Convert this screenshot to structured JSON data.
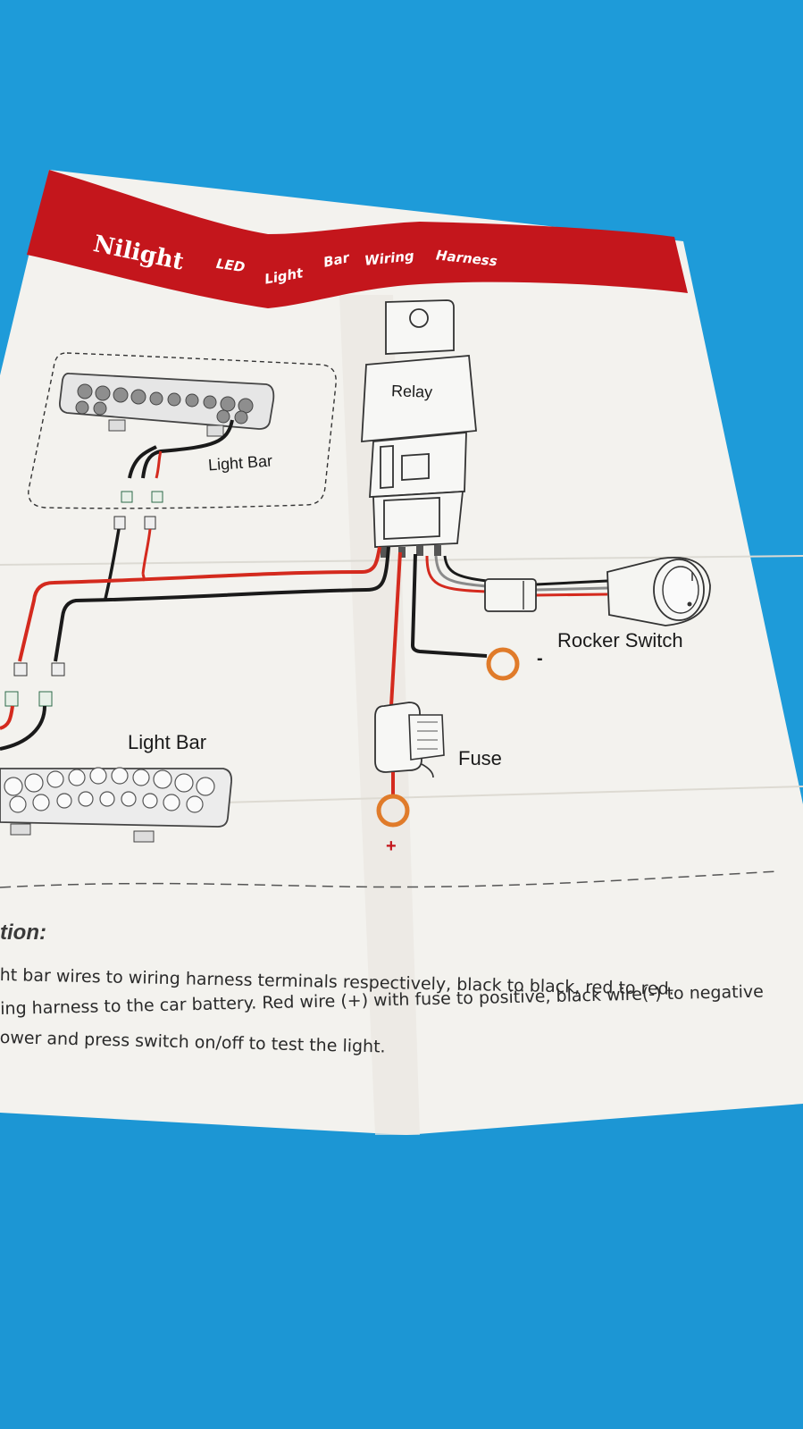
{
  "header": {
    "brand": "Nilight",
    "subtitle_parts": [
      "LED",
      "Light",
      "Bar",
      "Wiring",
      "Harness"
    ]
  },
  "diagram": {
    "relay_label": "Relay",
    "light_bar_top_label": "Light Bar",
    "light_bar_bottom_label": "Light Bar",
    "rocker_switch_label": "Rocker Switch",
    "fuse_label": "Fuse",
    "negative_sign": "-",
    "positive_sign": "+"
  },
  "instructions": {
    "heading": "tion:",
    "lines": [
      "ht bar wires to wiring harness terminals respectively, black to black, red to red.",
      "ing harness to the car battery. Red wire (+) with fuse to positive, black wire(-) to negative",
      "ower and press switch on/off to test  the light."
    ]
  },
  "colors": {
    "background": "#1e9bd9",
    "paper": "#f3f2ee",
    "header_red": "#c4161c",
    "wire_red": "#d42a1e",
    "wire_black": "#1a1a1a",
    "terminal_orange": "#e07b2a"
  }
}
